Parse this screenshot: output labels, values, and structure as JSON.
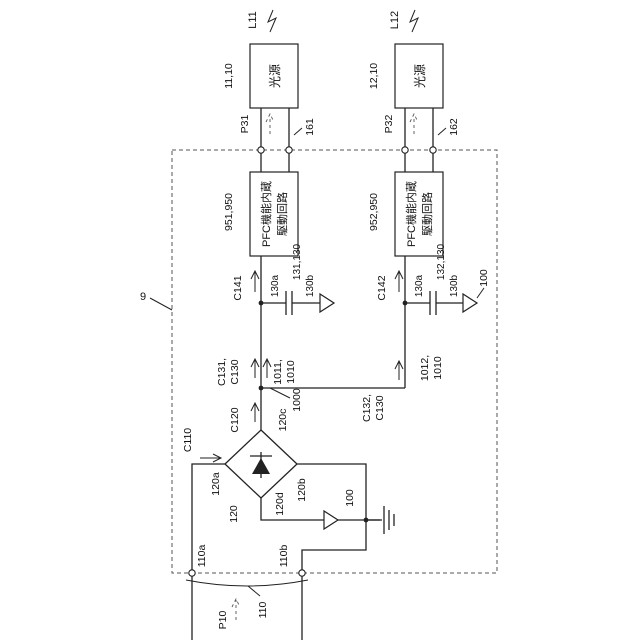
{
  "labels": {
    "enclosure_ref": "9",
    "l11": "L11",
    "l12": "L12",
    "src1_ref": "11,10",
    "src2_ref": "12,10",
    "src1_text": "光源",
    "src2_text": "光源",
    "p31": "P31",
    "p32": "P32",
    "t161": "161",
    "t162": "162",
    "drv1_ref": "951,950",
    "drv2_ref": "952,950",
    "drv1_line1": "PFC機能内蔵",
    "drv1_line2": "駆動回路",
    "drv2_line1": "PFC機能内蔵",
    "drv2_line2": "駆動回路",
    "c141": "C141",
    "c142": "C142",
    "cap1_ref": "131,130",
    "cap2_ref": "132,130",
    "c130a_1": "130a",
    "c130b_1": "130b",
    "c130a_2": "130a",
    "c130b_2": "130b",
    "gnd_100a": "100",
    "gnd_100b": "100",
    "c131": "C131,",
    "c130_1": "C130",
    "r1011": "1011,",
    "r1010_1": "1010",
    "r1012": "1012,",
    "r1010_2": "1010",
    "c132": "C132,",
    "c130_2": "C130",
    "n1000": "1000",
    "c120": "C120",
    "n120c": "120c",
    "c110": "C110",
    "n120a": "120a",
    "n120": "120",
    "n120d": "120d",
    "n120b": "120b",
    "n110a": "110a",
    "n110b": "110b",
    "p10": "P10",
    "n110": "110"
  }
}
